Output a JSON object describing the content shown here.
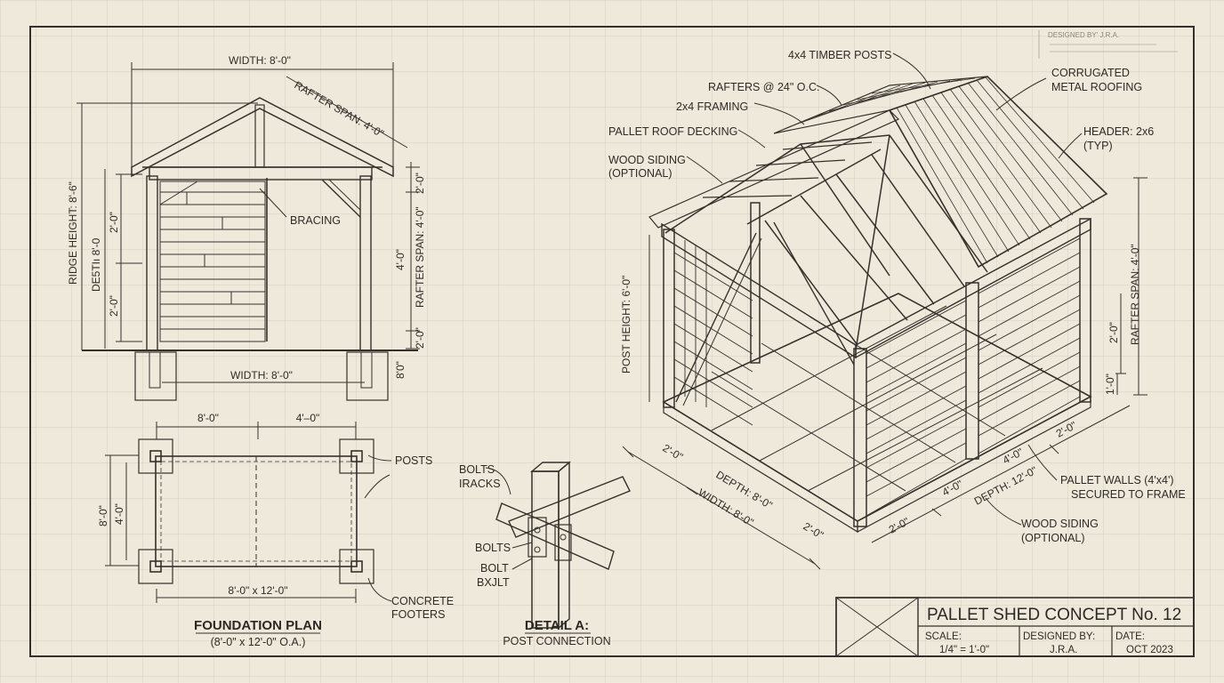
{
  "front_elevation": {
    "width_top": "WIDTH: 8'-0\"",
    "rafter_span_slope": "RAFTER SPAN: 4'-0\"",
    "ridge_height": "RIDGE HEIGHT: 8'-6\"",
    "height_side": "DE5TIı 8'-0",
    "dim_upper": "2'-0\"",
    "dim_lower": "2'-0\"",
    "bracing": "BRACING",
    "dim_right_top": "2'-0\"",
    "rafter_span_right": "RAFTER SPAN: 4'-0\"",
    "dim_right_mid": "4'-0\"",
    "dim_right_low": "2'-0\"",
    "dim_footing": "8'0\"",
    "width_bottom": "WIDTH: 8'-0\""
  },
  "foundation": {
    "dim_top_left": "8'-0\"",
    "dim_top_right": "4'–0\"",
    "dim_left_outer": "8'-0\"",
    "dim_left_inner": "4'-0\"",
    "dim_bottom": "8'-0\" x 12'-0\"",
    "posts": "POSTS",
    "concrete_line1": "CONCRETE",
    "concrete_line2": "FOOTERS",
    "title": "FOUNDATION PLAN",
    "subtitle": "(8'-0\" x 12'-0\" O.A.)"
  },
  "detail_a": {
    "bolts_tracks_1": "BOLTS",
    "bolts_tracks_2": "IRACKS",
    "bolts": "BOLTS",
    "bolt_1": "BOLT",
    "bolt_2": "BXJLT",
    "title": "DETAIL A:",
    "subtitle": "POST CONNECTION"
  },
  "iso": {
    "timber_posts": "4x4 TIMBER POSTS",
    "corrugated_1": "CORRUGATED",
    "corrugated_2": "METAL ROOFING",
    "rafters": "RAFTERS @ 24\" O.C.",
    "framing": "2x4 FRAMING",
    "header_1": "HEADER: 2x6",
    "header_2": "(TYP)",
    "roof_decking": "PALLET ROOF DECKING",
    "wood_siding_1": "WOOD SIDING",
    "wood_siding_2": "(OPTIONAL)",
    "post_height": "POST HEIGHT: 6'-0\"",
    "rafter_span": "RAFTER SPAN: 4'-0\"",
    "dim_right_20": "2'-0\"",
    "dim_right_10": "1'-0\"",
    "dim_left_20a": "2'-0\"",
    "depth_left": "DEPTH: 8'-0\"",
    "width_left": "WIDTH: 8'-0\"",
    "dim_left_20b": "2'-0\"",
    "dim_r_40a": "4'-0\"",
    "dim_r_20": "2'-0\"",
    "depth_right": "DEPTH: 12'-0\"",
    "dim_r_40b": "4'-0\"",
    "dim_r_20b": "2'-0\"",
    "pallet_walls_1": "PALLET WALLS (4'x4')",
    "pallet_walls_2": "SECURED TO FRAME",
    "wood_siding_b1": "WOOD SIDING",
    "wood_siding_b2": "(OPTIONAL)"
  },
  "title_block": {
    "title": "PALLET SHED CONCEPT No. 12",
    "scale_label": "SCALE:",
    "scale_value": "1/4\" = 1'-0\"",
    "designed_label": "DESIGNED BY:",
    "designed_value": "J.R.A.",
    "date_label": "DATE:",
    "date_value": "OCT 2023"
  },
  "corner_stamp": {
    "line1": "DESIGNED BY' J.R.A."
  }
}
